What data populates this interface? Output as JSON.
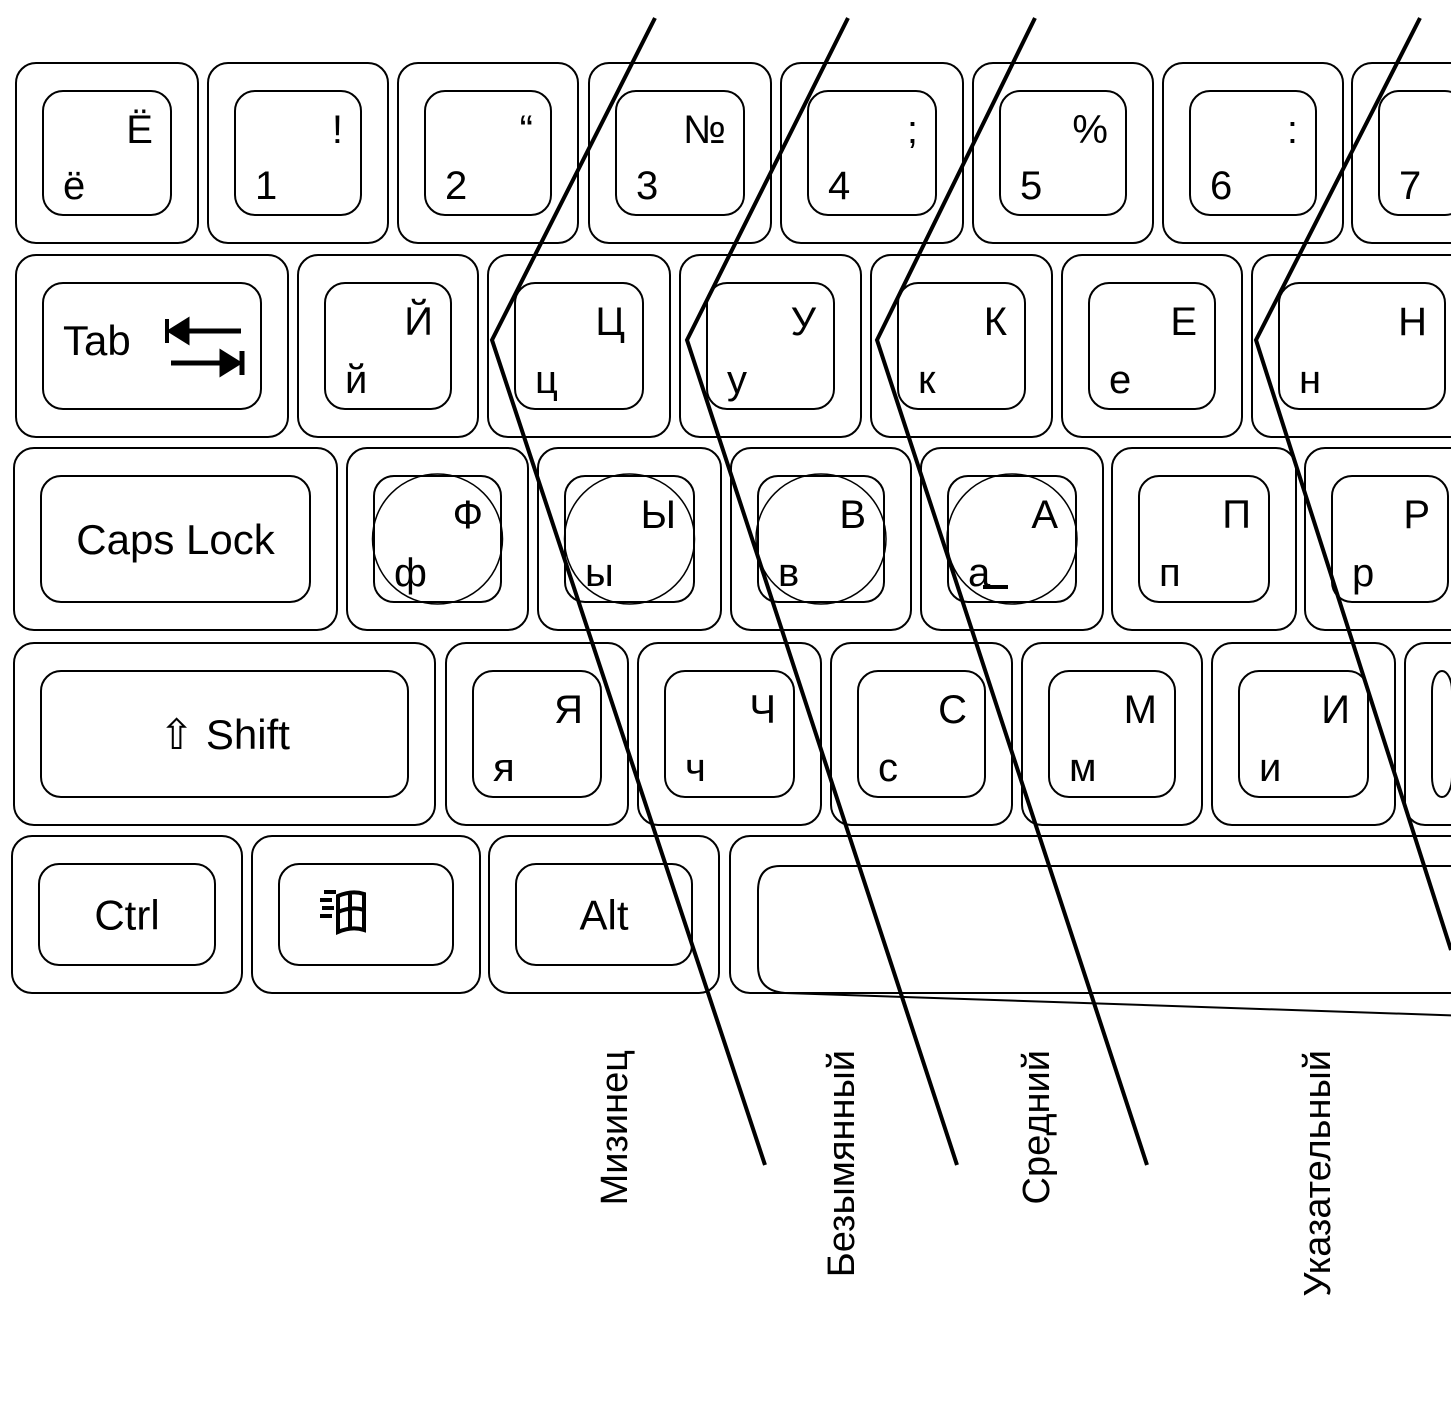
{
  "rows": [
    {
      "keys": [
        {
          "lower": "ё",
          "upper": "Ё"
        },
        {
          "lower": "1",
          "upper": "!"
        },
        {
          "lower": "2",
          "upper": "“"
        },
        {
          "lower": "3",
          "upper": "№"
        },
        {
          "lower": "4",
          "upper": ";"
        },
        {
          "lower": "5",
          "upper": "%"
        },
        {
          "lower": "6",
          "upper": ":"
        },
        {
          "lower": "7",
          "upper": ""
        }
      ]
    },
    {
      "keys": [
        {
          "label": "Tab",
          "icon": "tab-arrows-icon"
        },
        {
          "lower": "й",
          "upper": "Й"
        },
        {
          "lower": "ц",
          "upper": "Ц"
        },
        {
          "lower": "у",
          "upper": "У"
        },
        {
          "lower": "к",
          "upper": "К"
        },
        {
          "lower": "е",
          "upper": "Е"
        },
        {
          "lower": "н",
          "upper": "Н"
        }
      ]
    },
    {
      "keys": [
        {
          "label": "Caps Lock"
        },
        {
          "lower": "ф",
          "upper": "Ф",
          "home": true
        },
        {
          "lower": "ы",
          "upper": "Ы",
          "home": true
        },
        {
          "lower": "в",
          "upper": "В",
          "home": true
        },
        {
          "lower": "а",
          "upper": "А",
          "home": true,
          "bump": true
        },
        {
          "lower": "п",
          "upper": "П"
        },
        {
          "lower": "р",
          "upper": "Р"
        }
      ]
    },
    {
      "keys": [
        {
          "label": "⇧ Shift"
        },
        {
          "lower": "я",
          "upper": "Я"
        },
        {
          "lower": "ч",
          "upper": "Ч"
        },
        {
          "lower": "с",
          "upper": "С"
        },
        {
          "lower": "м",
          "upper": "М"
        },
        {
          "lower": "и",
          "upper": "И"
        },
        {
          "lower": "",
          "upper": ""
        }
      ]
    },
    {
      "keys": [
        {
          "label": "Ctrl"
        },
        {
          "label": "",
          "icon": "windows-logo-icon"
        },
        {
          "label": "Alt"
        },
        {
          "label": "",
          "icon": "space-bar"
        }
      ]
    }
  ],
  "fingers": [
    {
      "label": "Мизинец"
    },
    {
      "label": "Безымянный"
    },
    {
      "label": "Средний"
    },
    {
      "label": "Указательный"
    }
  ],
  "colors": {
    "line": "#000000",
    "background": "#ffffff"
  }
}
